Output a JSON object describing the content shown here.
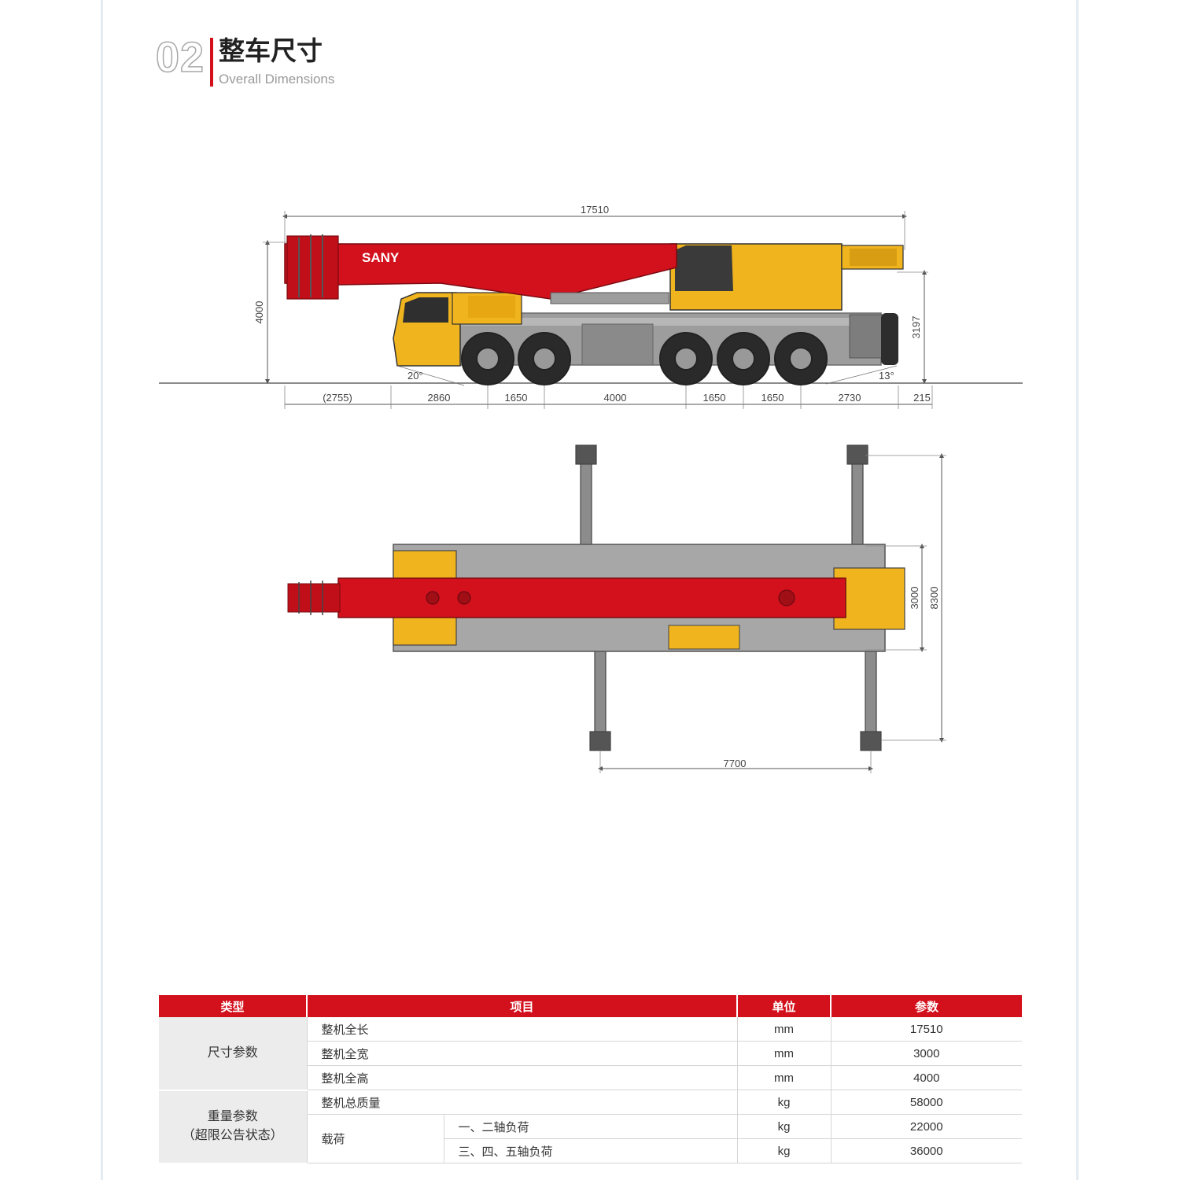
{
  "header": {
    "section_number": "02",
    "title": "整车尺寸",
    "subtitle": "Overall Dimensions"
  },
  "colors": {
    "accent_red": "#d3111d",
    "crane_yellow": "#f0b41e",
    "body_gray": "#9d9d9d"
  },
  "side_view": {
    "brand": "SANY",
    "overall_length": "17510",
    "overall_height": "4000",
    "deck_height": "3197",
    "approach_angle": "20°",
    "departure_angle": "13°",
    "segments": [
      "(2755)",
      "2860",
      "1650",
      "4000",
      "1650",
      "1650",
      "2730",
      "215"
    ]
  },
  "top_view": {
    "body_width": "3000",
    "outrigger_span_width": "8300",
    "outrigger_span_length": "7700"
  },
  "table": {
    "headers": [
      "类型",
      "项目",
      "单位",
      "参数"
    ],
    "groups": {
      "dimension": {
        "label": "尺寸参数",
        "rows": [
          {
            "item": "整机全长",
            "unit": "mm",
            "value": "17510"
          },
          {
            "item": "整机全宽",
            "unit": "mm",
            "value": "3000"
          },
          {
            "item": "整机全高",
            "unit": "mm",
            "value": "4000"
          }
        ]
      },
      "weight": {
        "label_line1": "重量参数",
        "label_line2": "（超限公告状态）",
        "total": {
          "item": "整机总质量",
          "unit": "kg",
          "value": "58000"
        },
        "load_label": "载荷",
        "loads": [
          {
            "item": "一、二轴负荷",
            "unit": "kg",
            "value": "22000"
          },
          {
            "item": "三、四、五轴负荷",
            "unit": "kg",
            "value": "36000"
          }
        ]
      }
    }
  }
}
